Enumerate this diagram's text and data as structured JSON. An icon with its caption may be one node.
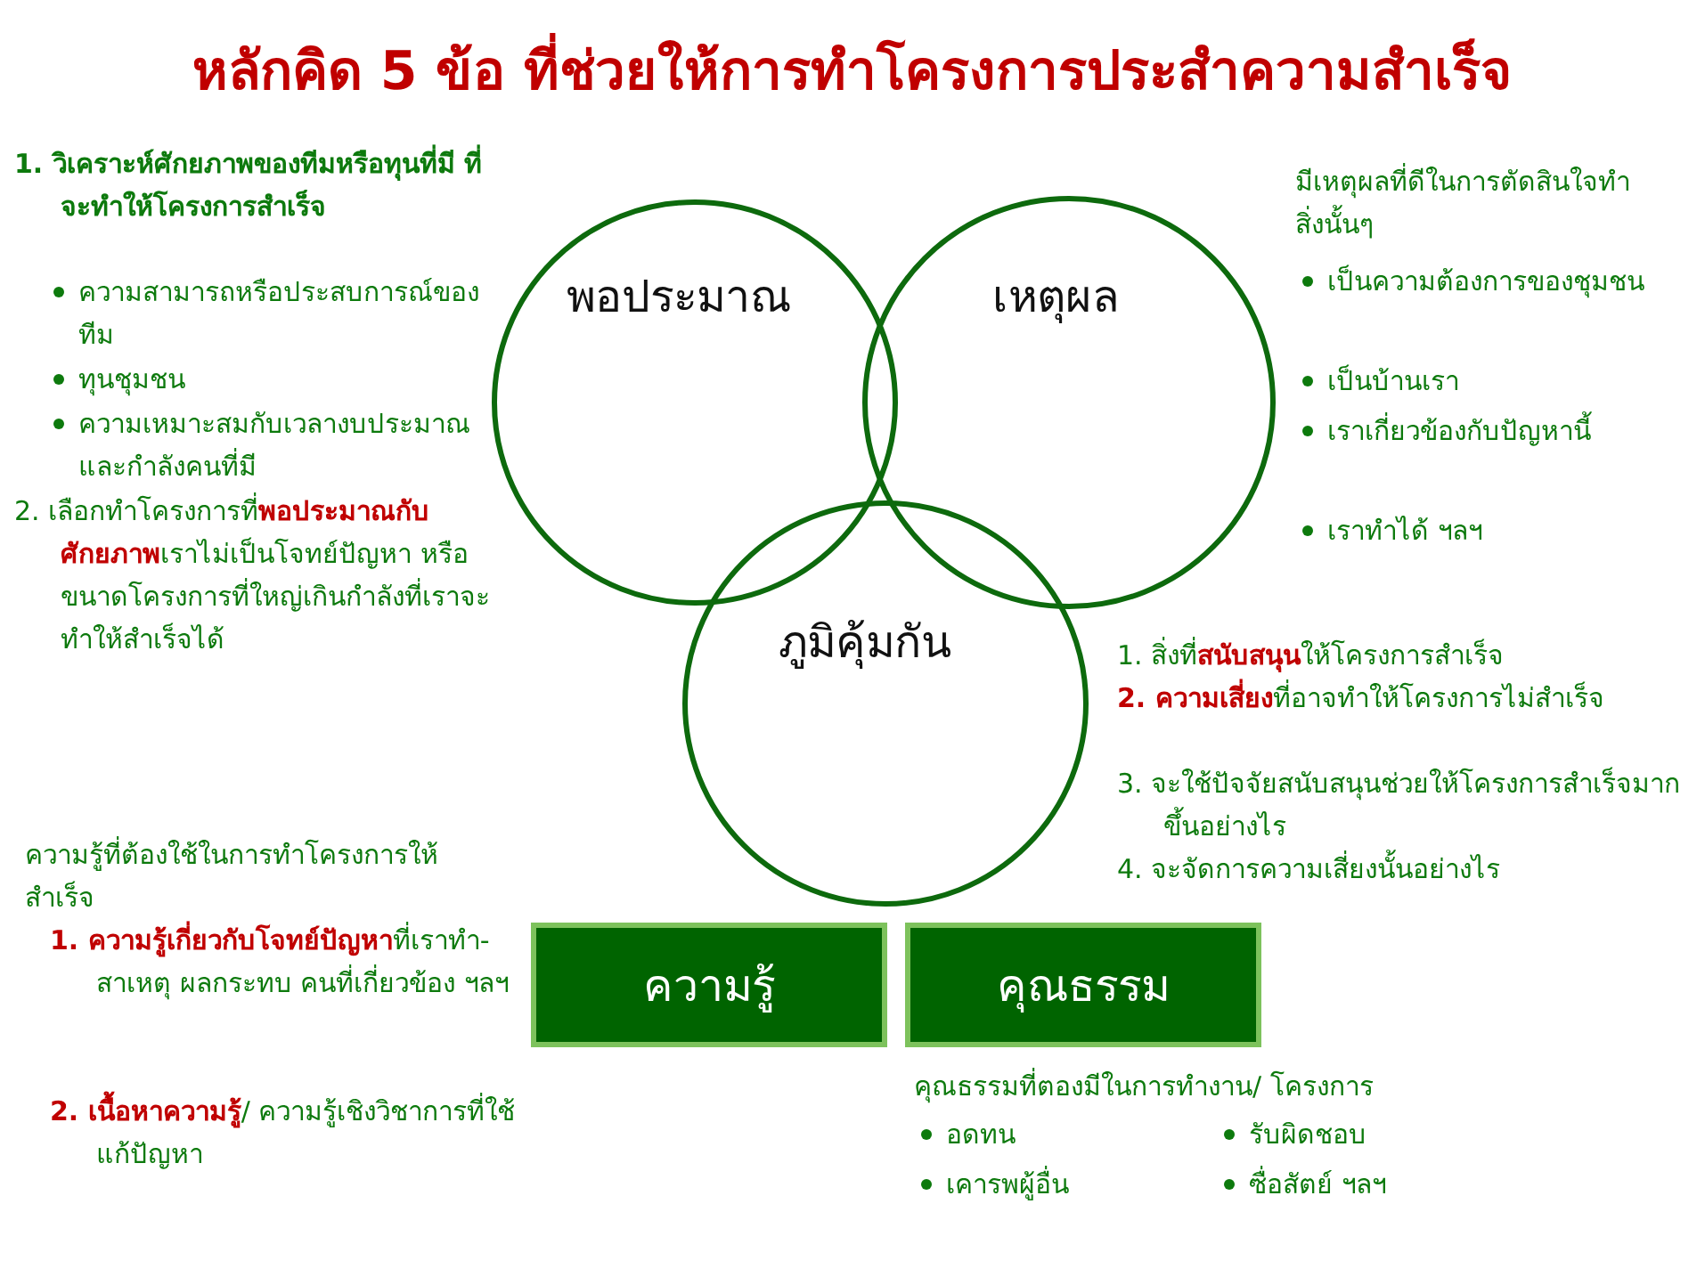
{
  "diagram": {
    "title": "หลักคิด 5 ข้อ ที่ช่วยให้การทำโครงการประสำความสำเร็จ",
    "nodes": [
      {
        "text": [
          "พอประมาณ"
        ]
      },
      {
        "text": [
          "เหตุผล"
        ]
      },
      {
        "text": [
          "ภูมิคุ้มกัน"
        ]
      },
      {
        "text": [
          "ความรู้"
        ]
      },
      {
        "text": [
          "คุณธรรม"
        ]
      }
    ],
    "labels": [
      "1. วิเคราะห์ศักยภาพของทีมหรือทุนที่มี ที่จะทำให้โครงการสำเร็จ",
      "ความสามารถหรือประสบการณ์ของทีม",
      "ทุนชุมชน",
      "ความเหมาะสมกับเวลางบประมาณ และกำลังคนที่มี",
      "2. เลือกทำโครงการที่**พอประมาณกับศักยภาพ**เราไม่เป็นโจทย์ปัญหา หรือขนาดโครงการที่ใหญ่เกินกำลังที่เราจะทำให้สำเร็จได้",
      "มีเหตุผลที่ดีในการตัดสินใจทำสิ่งนั้นๆ",
      "เป็นความต้องการของชุมชน",
      "เป็นบ้านเรา",
      "เราเกี่ยวข้องกับปัญหานี้",
      "เราทำได้ ฯลฯ",
      "1. สิ่งที่**สนับสนุน**ให้โครงการสำเร็จ",
      "**2. ความเสี่ยง**ที่อาจทำให้โครงการไม่สำเร็จ",
      "3. จะใช้ปัจจัยสนับสนุนช่วยให้โครงการสำเร็จมากขึ้นอย่างไร",
      "4. จะจัดการความเสี่ยงนั้นอย่างไร",
      "ความรู้ที่ต้องใช้ในการทำโครงการให้สำเร็จ",
      "**1. ความรู้เกี่ยวกับโจทย์ปัญหา**ที่เราทำ-สาเหตุ ผลกระทบ คนที่เกี่ยวข้อง ฯลฯ",
      "**2. เนื้อหาความรู้**/ ความรู้เชิงวิชาการที่ใช้แก้ปัญหา",
      "คุณธรรมที่ตองมีในการทำงาน/ โครงการ",
      "อดทน",
      "รับผิดชอบ",
      "เคารพผู้อื่น",
      "ซื่อสัตย์  ฯลฯ"
    ]
  }
}
